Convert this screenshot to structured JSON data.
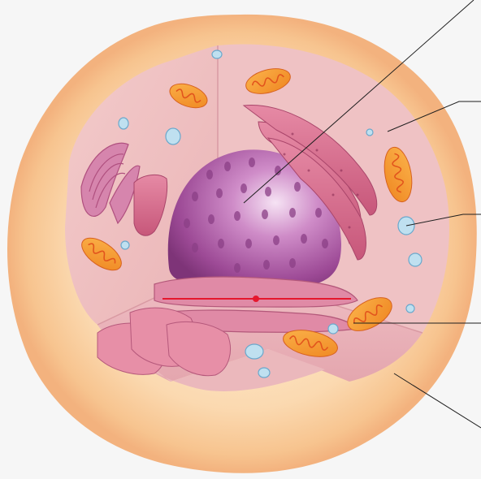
{
  "diagram": {
    "subject": "animal-cell-cutaway",
    "labels": [],
    "colors": {
      "background": "#f6f6f6",
      "membrane_outer": "#f7c48f",
      "membrane_inner": "#fde8c9",
      "cytoplasm": "#f2c6c6",
      "cut_face": "#eab1b8",
      "nucleus": "#a64f9c",
      "nucleus_highlight": "#e9c2e6",
      "mitochondria": "#f29a2e",
      "mito_cristae": "#e2541d",
      "er": "#d9708f",
      "golgi": "#d27aa2",
      "vesicle": "#9fcbe4",
      "leader_line": "#1e1e1e",
      "marker_line": "#e5182e"
    },
    "leader_lines": [
      {
        "id": "nucleus-leader"
      },
      {
        "id": "cytoplasm-leader"
      },
      {
        "id": "vesicle-leader"
      },
      {
        "id": "mitochondrion-leader"
      },
      {
        "id": "membrane-leader"
      }
    ]
  }
}
